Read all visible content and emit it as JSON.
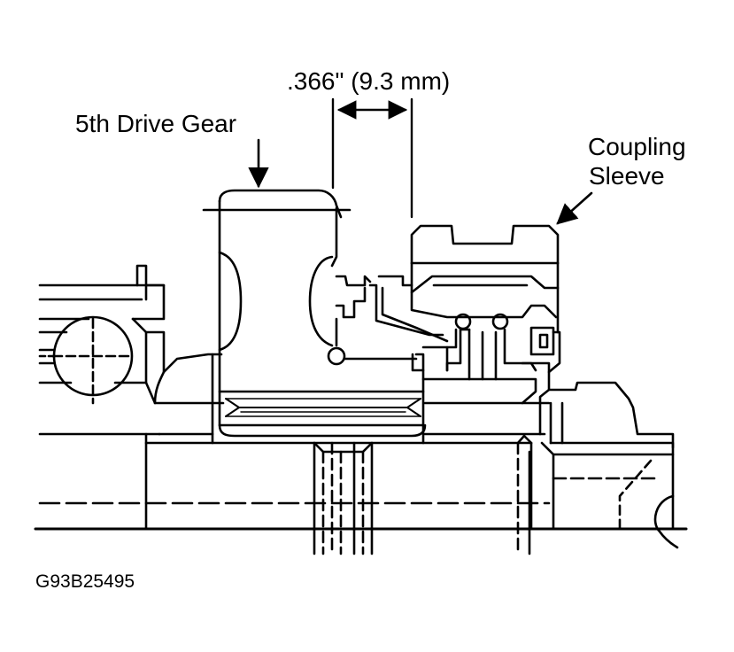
{
  "labels": {
    "dimension": ".366\" (9.3 mm)",
    "gear": "5th Drive Gear",
    "sleeve_line1": "Coupling",
    "sleeve_line2": "Sleeve",
    "figure_code": "G93B25495"
  },
  "colors": {
    "ink": "#000000",
    "paper": "#ffffff"
  }
}
